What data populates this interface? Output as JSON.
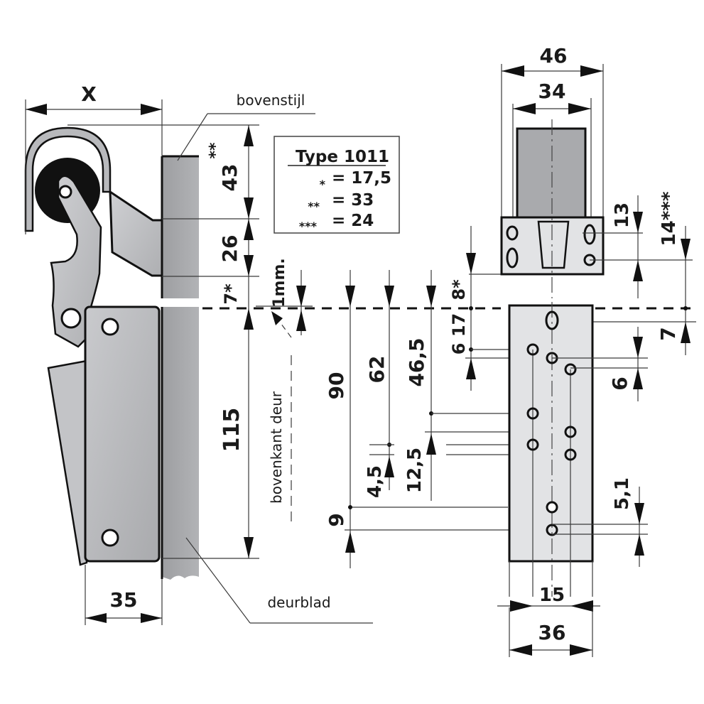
{
  "drawing": {
    "colors": {
      "ink": "#111111",
      "metal_dark": "#9a9a9d",
      "metal_mid": "#b5b6b9",
      "metal_light": "#e6e7e9",
      "door": "#a7a8ab",
      "roller": "#111111"
    },
    "legend": {
      "title": "Type 1011",
      "rows": [
        {
          "mark": "*",
          "eq": "= 17,5"
        },
        {
          "mark": "**",
          "eq": "= 33"
        },
        {
          "mark": "***",
          "eq": "= 24"
        }
      ]
    },
    "labels": {
      "bovenstijl": "bovenstijl",
      "bovenkant_deur": "bovenkant deur",
      "deurblad": "deurblad"
    },
    "dimensions": {
      "x": "X",
      "d43": "43",
      "d43_mark": "**",
      "d26": "26",
      "d7": "7*",
      "d1mm": "1mm.",
      "d115": "115",
      "d35": "35",
      "d90": "90",
      "d62": "62",
      "d46_5": "46,5",
      "d4_5": "4,5",
      "d12_5": "12,5",
      "d9": "9",
      "d617": "6 17",
      "d8": "8*",
      "d46": "46",
      "d34": "34",
      "d13": "13",
      "d14": "14***",
      "d7b": "7",
      "d6": "6",
      "d5_1": "5,1",
      "d15": "15",
      "d36": "36"
    }
  }
}
